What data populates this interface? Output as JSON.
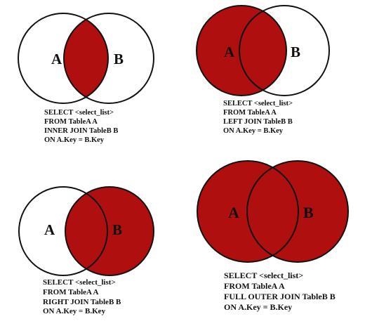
{
  "colors": {
    "fill": "#b00f0f",
    "stroke": "#111111",
    "background": "#ffffff"
  },
  "diagrams": [
    {
      "id": "inner",
      "label_a": "A",
      "label_b": "B",
      "sql": [
        "SELECT <select_list>",
        "FROM TableA A",
        "INNER JOIN TableB B",
        "ON A.Key = B.Key"
      ]
    },
    {
      "id": "left",
      "label_a": "A",
      "label_b": "B",
      "sql": [
        "SELECT <select_list>",
        "FROM TableA A",
        "LEFT JOIN TableB B",
        "ON A.Key = B.Key"
      ]
    },
    {
      "id": "right",
      "label_a": "A",
      "label_b": "B",
      "sql": [
        "SELECT <select_list>",
        "FROM TableA A",
        "RIGHT JOIN TableB B",
        "ON A.Key = B.Key"
      ]
    },
    {
      "id": "full",
      "label_a": "A",
      "label_b": "B",
      "sql": [
        "SELECT <select_list>",
        "FROM TableA A",
        "FULL OUTER JOIN TableB B",
        "ON A.Key = B.Key"
      ]
    }
  ]
}
